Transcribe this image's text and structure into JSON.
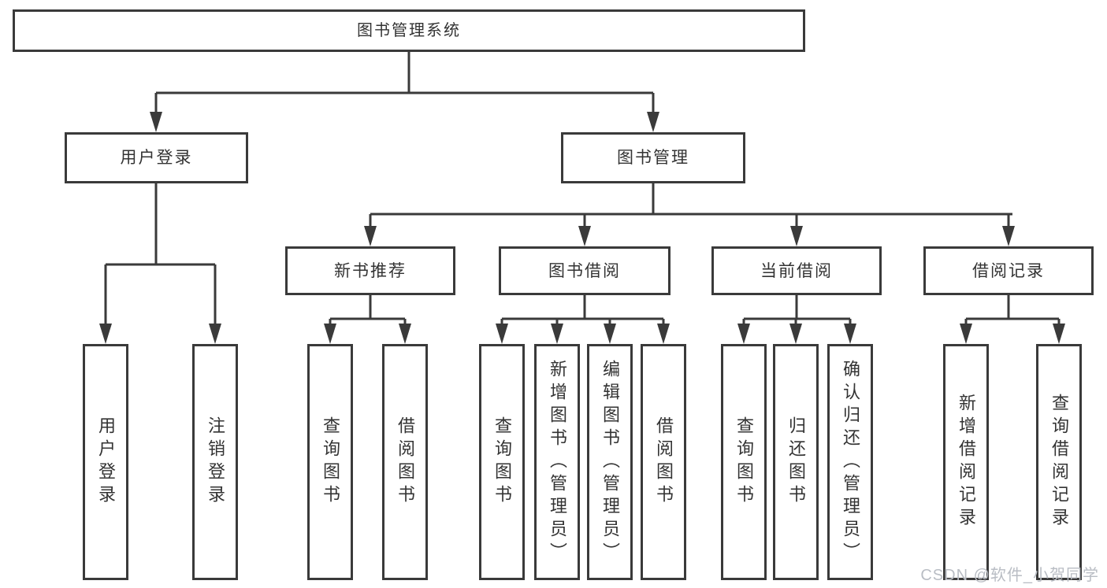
{
  "diagram": {
    "root": {
      "label": "图书管理系统"
    },
    "branches": [
      {
        "label": "用户登录",
        "children": [
          {
            "label": "用户登录"
          },
          {
            "label": "注销登录"
          }
        ]
      },
      {
        "label": "图书管理",
        "children": [
          {
            "label": "新书推荐",
            "children": [
              {
                "label": "查询图书"
              },
              {
                "label": "借阅图书"
              }
            ]
          },
          {
            "label": "图书借阅",
            "children": [
              {
                "label": "查询图书"
              },
              {
                "label": "新增图书（管理员）"
              },
              {
                "label": "编辑图书（管理员）"
              },
              {
                "label": "借阅图书"
              }
            ]
          },
          {
            "label": "当前借阅",
            "children": [
              {
                "label": "查询图书"
              },
              {
                "label": "归还图书"
              },
              {
                "label": "确认归还（管理员）"
              }
            ]
          },
          {
            "label": "借阅记录",
            "children": [
              {
                "label": "新增借阅记录"
              },
              {
                "label": "查询借阅记录"
              }
            ]
          }
        ]
      }
    ]
  },
  "watermark": {
    "text": "CSDN @软件_小贺同学"
  },
  "colors": {
    "line": "#3a3a3a",
    "text": "#333333",
    "watermark": "#b9bdc4",
    "background": "#ffffff"
  }
}
